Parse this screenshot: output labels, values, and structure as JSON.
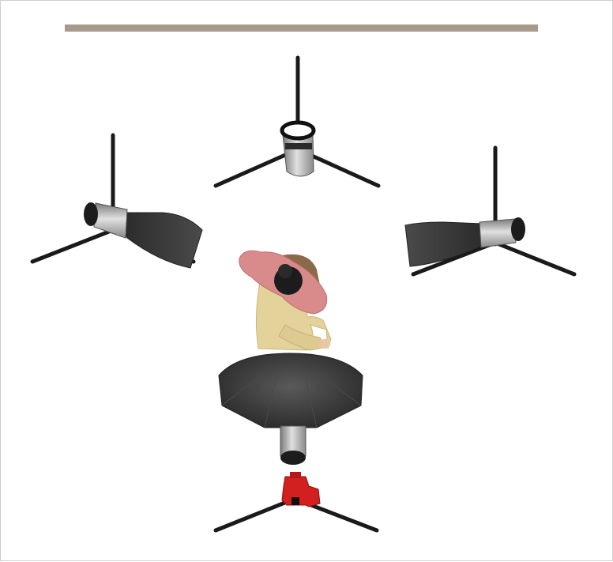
{
  "diagram": {
    "type": "lighting-setup-top-view",
    "backdrop": {
      "color": "#a89a8a"
    },
    "lights": [
      {
        "name": "top-center-light",
        "modifier": "reflector"
      },
      {
        "name": "left-light",
        "modifier": "strip-softbox"
      },
      {
        "name": "right-light",
        "modifier": "strip-softbox"
      },
      {
        "name": "front-light",
        "modifier": "beauty-dish"
      }
    ],
    "subject": {
      "name": "model-seated"
    },
    "camera": {
      "name": "camera",
      "color": "#d21f1f"
    },
    "colors": {
      "stand": "#1a1a1a",
      "softbox": "#3a3a3a",
      "light-body": "#b8b8b8",
      "shirt": "#e3d39a",
      "scarf": "#d98a8a",
      "hair": "#1c1c1c"
    }
  }
}
